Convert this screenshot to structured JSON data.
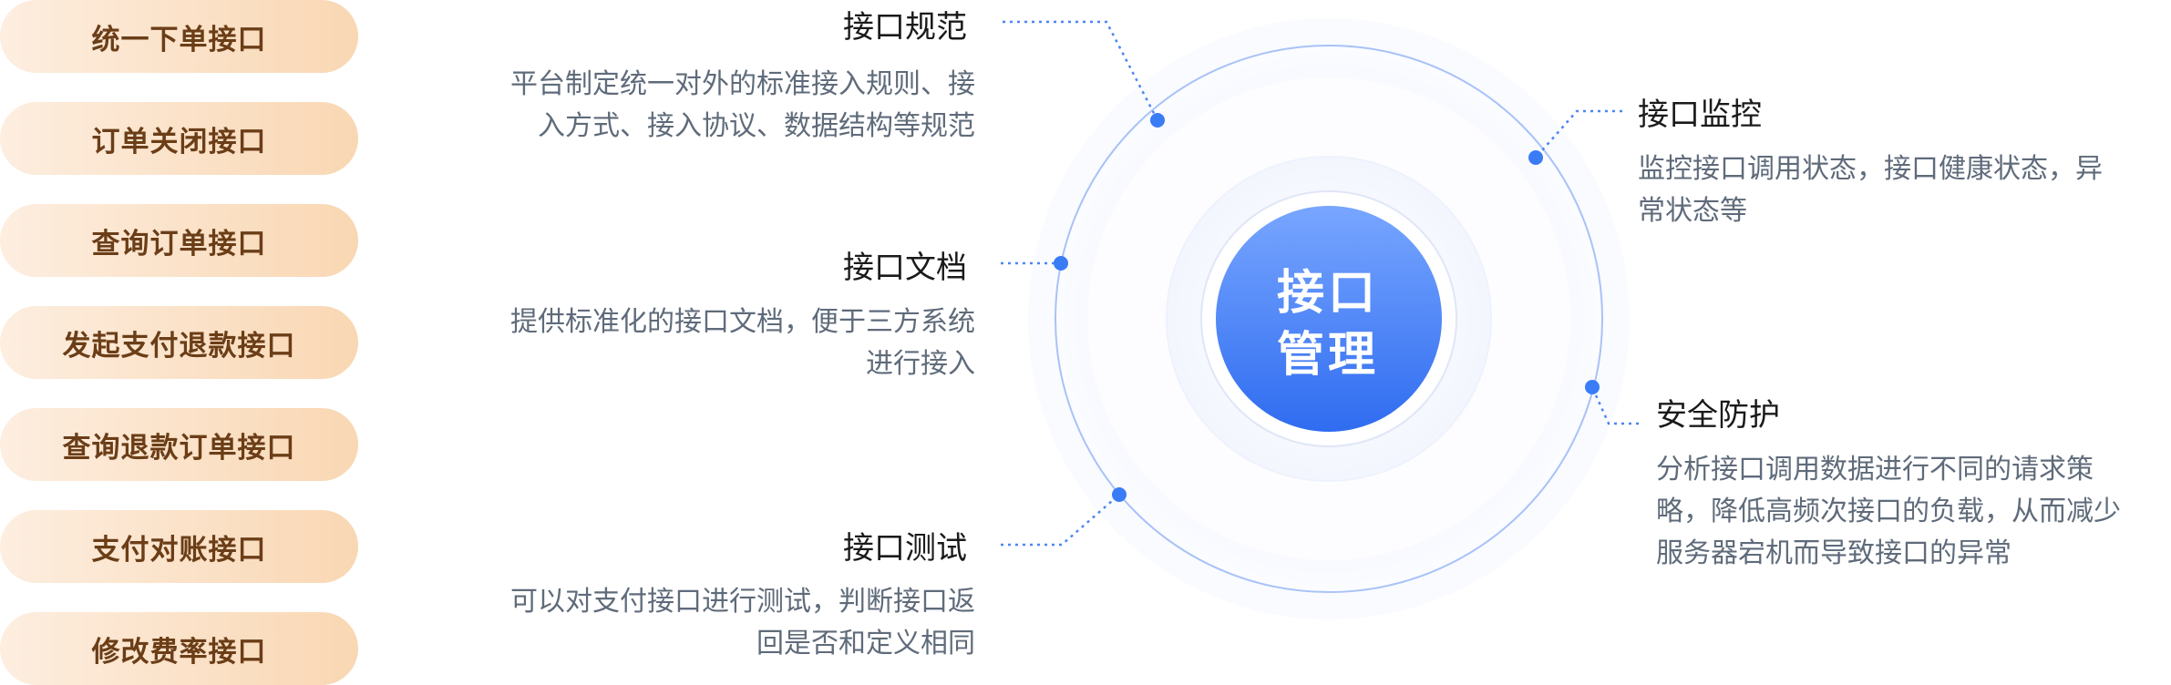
{
  "interfaces": [
    "统一下单接口",
    "订单关闭接口",
    "查询订单接口",
    "发起支付退款接口",
    "查询退款订单接口",
    "支付对账接口",
    "修改费率接口"
  ],
  "center": {
    "line1": "接口",
    "line2": "管理"
  },
  "features": {
    "spec": {
      "title": "接口规范",
      "desc_line1": "平台制定统一对外的标准接入规则、接",
      "desc_line2": "入方式、接入协议、数据结构等规范"
    },
    "docs": {
      "title": "接口文档",
      "desc_line1": "提供标准化的接口文档，便于三方系统",
      "desc_line2": "进行接入"
    },
    "test": {
      "title": "接口测试",
      "desc_line1": "可以对支付接口进行测试，判断接口返",
      "desc_line2": "回是否和定义相同"
    },
    "monitor": {
      "title": "接口监控",
      "desc_line1": "监控接口调用状态，接口健康状态，异",
      "desc_line2": "常状态等"
    },
    "security": {
      "title": "安全防护",
      "desc_line1": "分析接口调用数据进行不同的请求策",
      "desc_line2": "略，降低高频次接口的负载，从而减少",
      "desc_line3": "服务器宕机而导致接口的异常"
    }
  },
  "colors": {
    "accent_blue": "#3a7cf5",
    "pill_text": "#6b3e18",
    "pill_gradient_start": "#fdeee0",
    "pill_gradient_end": "#f9d7b3",
    "desc_text": "#5f6b7a"
  }
}
